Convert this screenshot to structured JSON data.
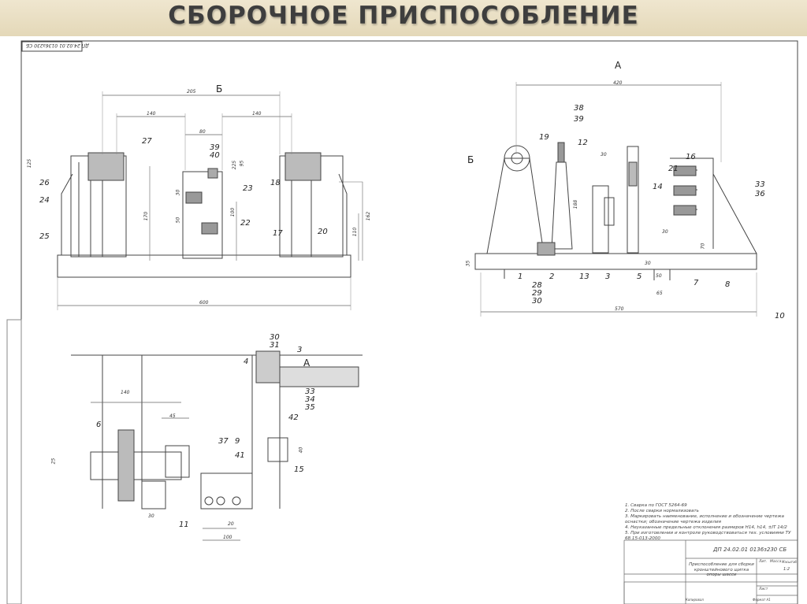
{
  "slide_title": "СБОРОЧНОЕ ПРИСПОСОБЛЕНИЕ",
  "stamp_code_rotated": "ДП 24.02.01 0136з230 СБ",
  "view_labels": {
    "A": "А",
    "B": "Б"
  },
  "front_view": {
    "dims": [
      "205",
      "140",
      "140",
      "80",
      "600",
      "125",
      "170",
      "30",
      "50",
      "225",
      "95",
      "100",
      "162",
      "110"
    ],
    "parts": [
      "27",
      "39",
      "40",
      "23",
      "22",
      "26",
      "24",
      "25",
      "18",
      "17",
      "20"
    ]
  },
  "side_view": {
    "dims": [
      "420",
      "188",
      "30",
      "30",
      "35",
      "30",
      "50",
      "65",
      "570",
      "70"
    ],
    "parts": [
      "38",
      "39",
      "19",
      "12",
      "14",
      "21",
      "16",
      "33",
      "36",
      "1",
      "2",
      "13",
      "3",
      "5",
      "7",
      "8",
      "10",
      "28",
      "29",
      "30"
    ]
  },
  "plan_view": {
    "dims": [
      "140",
      "45",
      "25",
      "30",
      "100",
      "20",
      "40"
    ],
    "parts": [
      "30",
      "31",
      "3",
      "4",
      "6",
      "33",
      "34",
      "35",
      "42",
      "15",
      "37",
      "9",
      "41",
      "11"
    ]
  },
  "notes": [
    "1. Сварка по ГОСТ 5264-69",
    "2. После сварки нормализовать",
    "3. Маркировать наименование, исполнение и обозначение чертежа оснастки; обозначение чертежа изделия",
    "4. Неуказанные предельные отклонения размеров Н14, h14, ±IT 14/2",
    "5. При изготовлении и контроле руководствоваться тех. условиями ТУ 68.15-013-2000"
  ],
  "title_block": {
    "designation": "ДП 24.02.01 0136з230 СБ",
    "name": "Приспособление для сборки кронштейнового щитка опоры шасси",
    "sheet_label": "Лит.",
    "mass_label": "Масса",
    "scale_label": "Масштаб",
    "scale": "1:2",
    "sheets_label": "Лист",
    "copied": "Копировал",
    "format": "Формат А1"
  }
}
